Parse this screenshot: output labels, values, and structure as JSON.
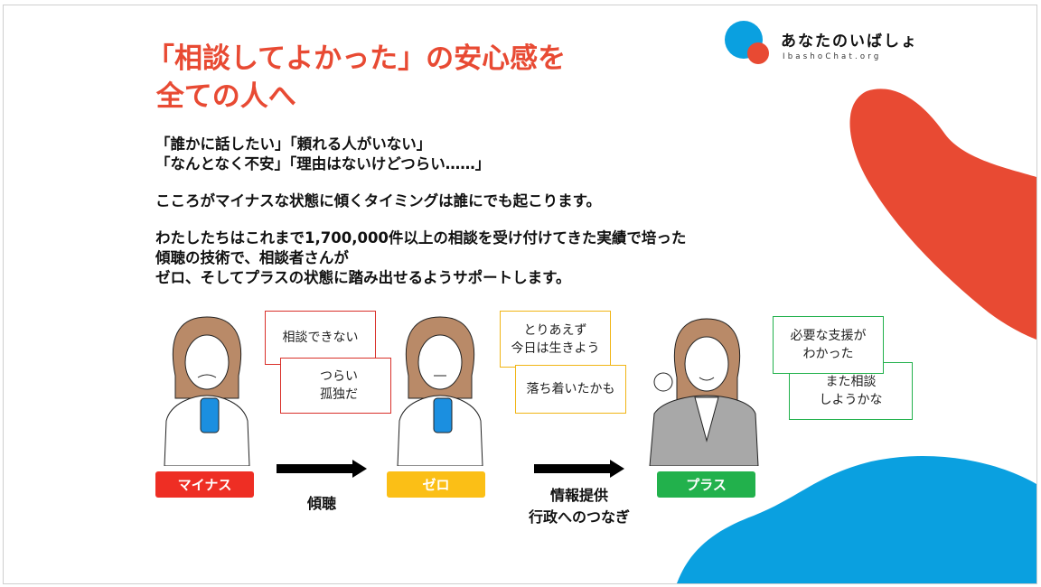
{
  "logo": {
    "name": "あなたのいばしょ",
    "url": "IbashoChat.org"
  },
  "title": "「相談してよかった」の安心感を\n 全ての人へ",
  "body": [
    "「誰かに話したい」「頼れる人がいない」\n「なんとなく不安」「理由はないけどつらい……」",
    "こころがマイナスな状態に傾くタイミングは誰にでも起こります。",
    "わたしたちはこれまで1,700,000件以上の相談を受け付けてきた実績で培った\n傾聴の技術で、相談者さんが\nゼロ、そしてプラスの状態に踏み出せるようサポートします。"
  ],
  "stages": [
    {
      "label": "マイナス",
      "color": "#ee2e24",
      "bubbles": [
        "相談できない",
        "つらい\n孤独だ"
      ]
    },
    {
      "label": "ゼロ",
      "color": "#fbbf16",
      "bubbles": [
        "とりあえず\n今日は生きよう",
        "落ち着いたかも"
      ]
    },
    {
      "label": "プラス",
      "color": "#22b14c",
      "bubbles": [
        "必要な支援が\nわかった",
        "また相談\nしようかな"
      ]
    }
  ],
  "transitions": [
    "傾聴",
    "情報提供\n行政へのつなぎ"
  ],
  "colors": {
    "accent_red": "#e84a33",
    "accent_blue": "#0aa0e0"
  }
}
